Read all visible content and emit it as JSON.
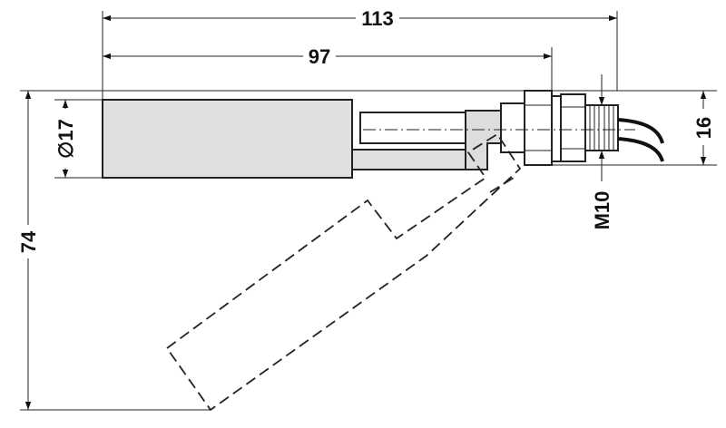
{
  "dimensions": {
    "overall_length": "113",
    "body_to_nut_length": "97",
    "float_diameter": "∅17",
    "total_height": "74",
    "nut_height": "16",
    "thread": "M10"
  },
  "colors": {
    "float_fill": "#e0e0e0",
    "line": "#222222"
  }
}
